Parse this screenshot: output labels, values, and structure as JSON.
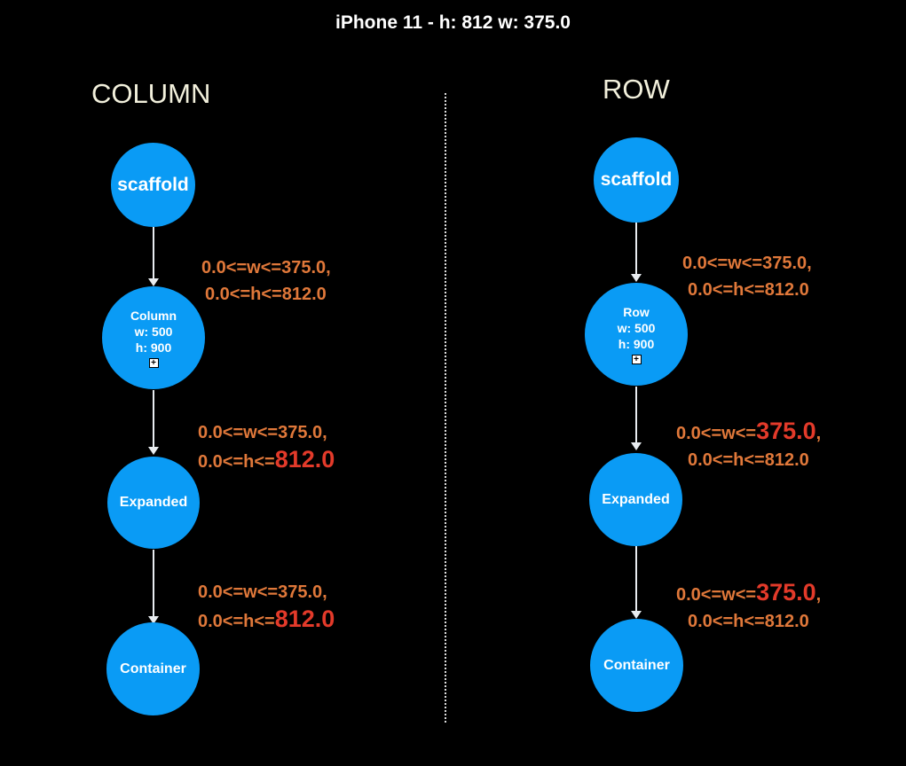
{
  "title": "iPhone 11 -  h: 812 w: 375.0",
  "column": {
    "heading": "COLUMN",
    "nodes": {
      "scaffold": "scaffold",
      "column_label": "Column",
      "column_w": "w: 500",
      "column_h": "h: 900",
      "expanded": "Expanded",
      "container": "Container"
    },
    "constraints": [
      {
        "w_prefix": "0.0<=w<=",
        "w_value": "375.0",
        "w_suffix": ",",
        "h_prefix": "0.0<=h<=",
        "h_value": "812.0"
      },
      {
        "w_prefix": "0.0<=w<=",
        "w_value": "375.0",
        "w_suffix": ",",
        "h_prefix": "0.0<=h<=",
        "h_value": "812.0"
      },
      {
        "w_prefix": "0.0<=w<=",
        "w_value": "375.0",
        "w_suffix": ",",
        "h_prefix": "0.0<=h<=",
        "h_value": "812.0"
      }
    ]
  },
  "row": {
    "heading": "ROW",
    "nodes": {
      "scaffold": "scaffold",
      "row_label": "Row",
      "row_w": "w: 500",
      "row_h": "h: 900",
      "expanded": "Expanded",
      "container": "Container"
    },
    "constraints": [
      {
        "w_prefix": "0.0<=w<=",
        "w_value": "375.0",
        "w_suffix": ",",
        "h_prefix": "0.0<=h<=",
        "h_value": "812.0"
      },
      {
        "w_prefix": "0.0<=w<=",
        "w_value": "375.0",
        "w_suffix": ",",
        "h_prefix": "0.0<=h<=",
        "h_value": "812.0"
      },
      {
        "w_prefix": "0.0<=w<=",
        "w_value": "375.0",
        "w_suffix": ",",
        "h_prefix": "0.0<=h<=",
        "h_value": "812.0"
      }
    ]
  },
  "colors": {
    "node": "#0a9bf5",
    "constraint": "#e0783a",
    "highlight": "#e33a2a"
  },
  "icons": {
    "expand": "plus-square-icon"
  }
}
